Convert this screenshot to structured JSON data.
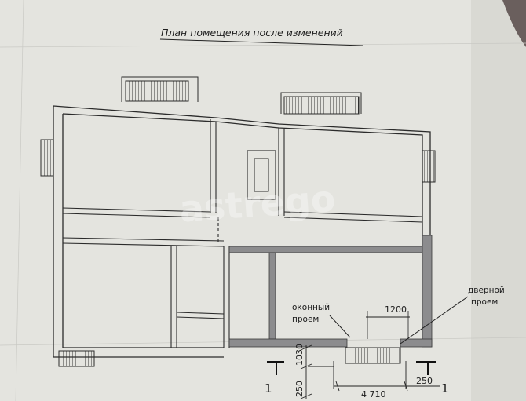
{
  "title": "План помещения после изменений",
  "annotations": {
    "window_opening": [
      "оконный",
      "проем"
    ],
    "door_opening": [
      "дверной",
      "проем"
    ]
  },
  "dimensions": {
    "d1200": "1200",
    "d1030": "1030",
    "d250_left": "250",
    "d4710": "4 710",
    "d250_right": "250"
  },
  "section_mark": "1",
  "watermark": "astrego",
  "colors": {
    "paper": "#e6e6e1",
    "ink": "#2b2b2b",
    "new_wall": "#8c8c8e"
  }
}
